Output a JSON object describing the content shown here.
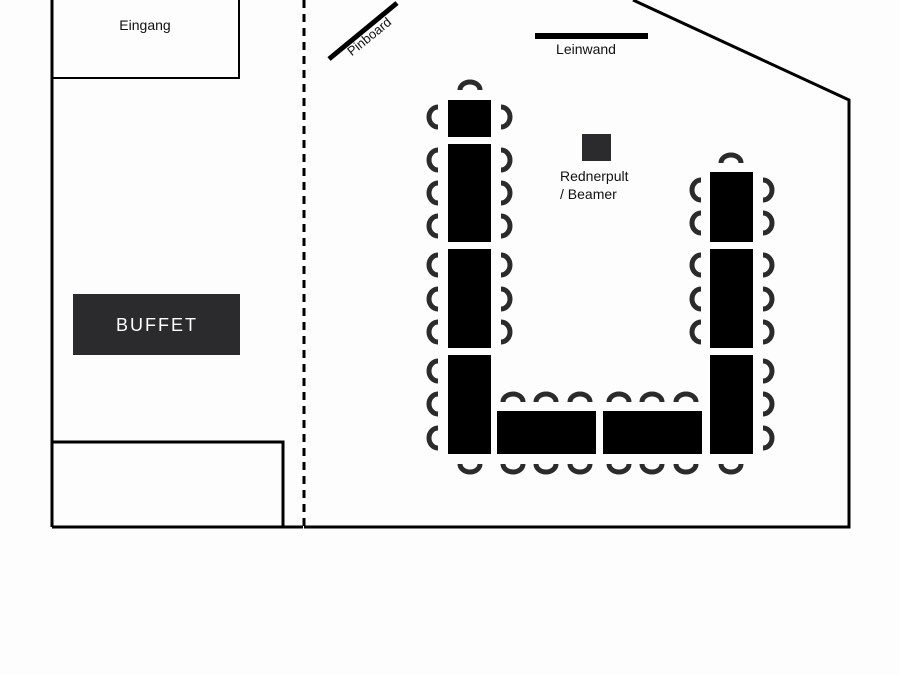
{
  "labels": {
    "entrance": "Eingang",
    "pinboard": "Pinboard",
    "screen": "Leinwand",
    "lectern_line1": "Rednerpult",
    "lectern_line2": "/ Beamer",
    "buffet": "BUFFET"
  },
  "colors": {
    "wall": "#000000",
    "table": "#000000",
    "chair": "#2b2b2b",
    "buffet_bg": "#2b2b2d",
    "buffet_text": "#ffffff",
    "lectern": "#2b2b2d",
    "background": "#fdfdfd"
  }
}
